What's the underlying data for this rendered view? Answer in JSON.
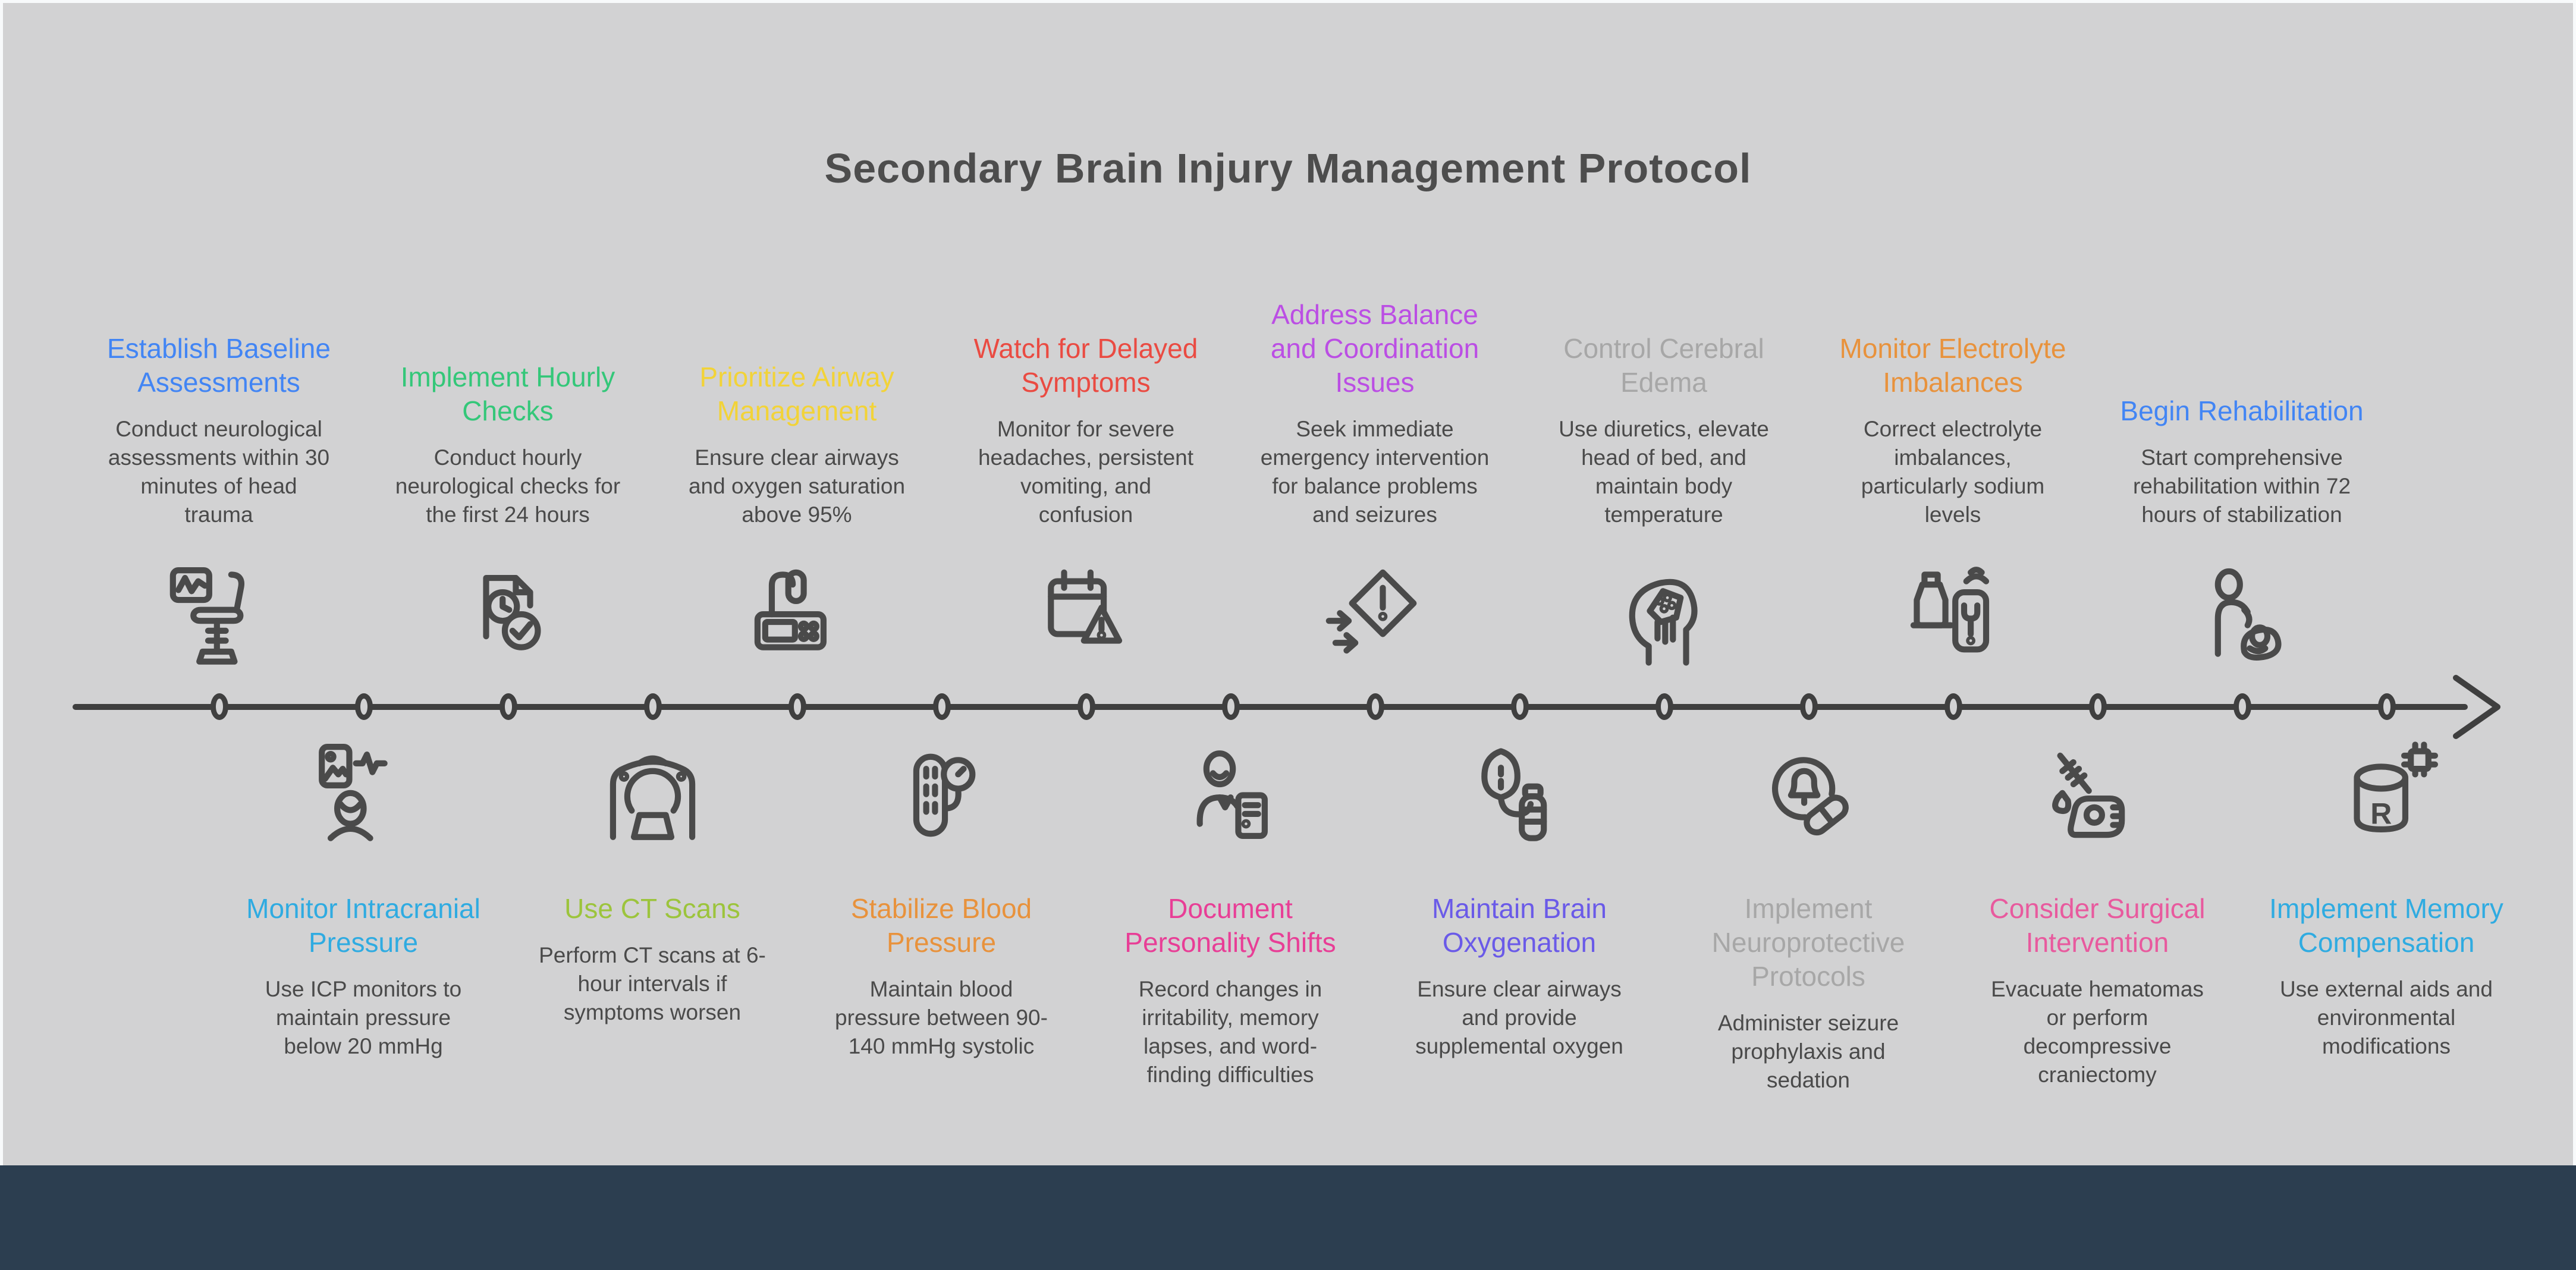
{
  "title": "Secondary Brain Injury Management Protocol",
  "colors": {
    "background": "#d2d2d3",
    "frame": "#f8fafb",
    "footer_bar": "#2c3e50",
    "timeline": "#3f3f3f",
    "icon_stroke": "#4a4a4a",
    "main_title_text": "#4d4d4d",
    "description_text": "#4a4a4a"
  },
  "steps": [
    {
      "position": "top",
      "title": "Establish Baseline Assessments",
      "description": "Conduct neurological assessments within 30 minutes of head trauma",
      "color": "#4285f4",
      "icon": "exam-chair-icon"
    },
    {
      "position": "bottom",
      "title": "Monitor Intracranial Pressure",
      "description": "Use ICP monitors to maintain pressure below 20 mmHg",
      "color": "#2fabe1",
      "icon": "icp-scan-icon"
    },
    {
      "position": "top",
      "title": "Implement Hourly Checks",
      "description": "Conduct hourly neurological checks for the first 24 hours",
      "color": "#34c779",
      "icon": "document-clock-check-icon"
    },
    {
      "position": "bottom",
      "title": "Use CT Scans",
      "description": "Perform CT scans at 6-hour intervals if symptoms worsen",
      "color": "#9cc43c",
      "icon": "ct-scanner-icon"
    },
    {
      "position": "top",
      "title": "Prioritize Airway Management",
      "description": "Ensure clear airways and oxygen saturation above 95%",
      "color": "#f2d338",
      "icon": "ventilator-icon"
    },
    {
      "position": "bottom",
      "title": "Stabilize Blood Pressure",
      "description": "Maintain blood pressure between 90-140 mmHg systolic",
      "color": "#e8923c",
      "icon": "blood-pressure-icon"
    },
    {
      "position": "top",
      "title": "Watch for Delayed Symptoms",
      "description": "Monitor for severe headaches, persistent vomiting, and confusion",
      "color": "#ea4b42",
      "icon": "calendar-alert-icon"
    },
    {
      "position": "bottom",
      "title": "Document Personality Shifts",
      "description": "Record changes in irritability, memory lapses, and word-finding difficulties",
      "color": "#e83e96",
      "icon": "person-document-icon"
    },
    {
      "position": "top",
      "title": "Address Balance and Coordination Issues",
      "description": "Seek immediate emergency intervention for balance problems and seizures",
      "color": "#bb4ee4",
      "icon": "balance-alert-icon"
    },
    {
      "position": "bottom",
      "title": "Maintain Brain Oxygenation",
      "description": "Ensure clear airways and provide supplemental oxygen",
      "color": "#6a5ae8",
      "icon": "oxygen-supply-icon"
    },
    {
      "position": "top",
      "title": "Control Cerebral Edema",
      "description": "Use diuretics, elevate head of bed, and maintain body temperature",
      "color": "#a7a7a7",
      "icon": "head-brain-icon"
    },
    {
      "position": "bottom",
      "title": "Implement Neuroprotective Protocols",
      "description": "Administer seizure prophylaxis and sedation",
      "color": "#a7a7a7",
      "icon": "bell-pill-icon"
    },
    {
      "position": "top",
      "title": "Monitor Electrolyte Imbalances",
      "description": "Correct electrolyte imbalances, particularly sodium levels",
      "color": "#e8923c",
      "icon": "electrolyte-phone-icon"
    },
    {
      "position": "bottom",
      "title": "Consider Surgical Intervention",
      "description": "Evacuate hematomas or perform decompressive craniectomy",
      "color": "#e85a9e",
      "icon": "fist-scalpel-icon"
    },
    {
      "position": "top",
      "title": "Begin Rehabilitation",
      "description": "Start comprehensive rehabilitation within 72 hours of stabilization",
      "color": "#4285f4",
      "icon": "rehab-assist-icon"
    },
    {
      "position": "bottom",
      "title": "Implement Memory Compensation",
      "description": "Use external aids and environmental modifications",
      "color": "#2fabe1",
      "icon": "memory-db-icon"
    }
  ]
}
